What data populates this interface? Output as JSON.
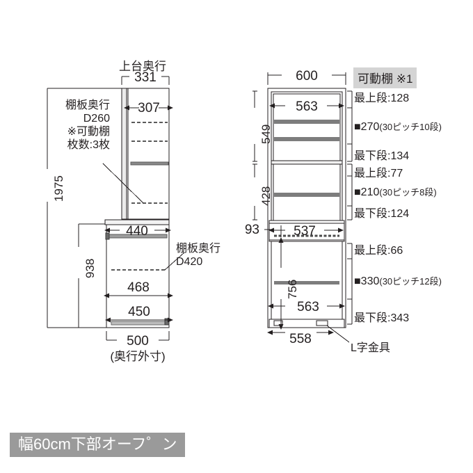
{
  "page": {
    "title": "幅60cm下部オープン",
    "bottom_badge_label": "幅60cm下部オーフ゜ン"
  },
  "colors": {
    "line": "#231f20",
    "shelf_bar": "#7d7d7d",
    "badge_gray": "#9a9a9a",
    "header_badge_gray": "#d4d4d4",
    "panel_fill": "#ffffff",
    "edge_fill": "#e8e8e8"
  },
  "side_view": {
    "top_label": "上台奥行",
    "top_depth": "331",
    "inner_depth": "307",
    "note": {
      "line1": "棚板奥行",
      "line2": "D260",
      "line3": "※可動棚",
      "line4": "枚数:3枚"
    },
    "total_height": "1975",
    "lower_height": "938",
    "lower_top_depth": "440",
    "lower_inner_depth": "468",
    "lower_base_depth": "450",
    "outer_depth": "500",
    "outer_depth_note": "(奥行外寸)",
    "shelf_note": {
      "line1": "棚板奥行",
      "line2": "D420"
    }
  },
  "front_view": {
    "width": "600",
    "movable_shelf_badge": "可動棚 ※1",
    "upper_section": {
      "height": "549",
      "inner_width": "563",
      "top_gap_label": "最上段:128",
      "pitch_label": "■270",
      "pitch_detail": "(30ピッチ10段)",
      "bottom_gap_label": "最下段:134"
    },
    "middle_section": {
      "height": "428",
      "top_gap_label": "最上段:77",
      "pitch_label": "■210",
      "pitch_detail": "(30ピッチ8段)",
      "bottom_gap_label": "最下段:124"
    },
    "counter": {
      "height": "93",
      "inner_width": "537"
    },
    "lower_section": {
      "inner_height": "756",
      "inner_width": "563",
      "top_gap_label": "最上段:66",
      "pitch_label": "■330",
      "pitch_detail": "(30ピッチ12段)",
      "bottom_gap_label": "最下段:343"
    },
    "base_width": "558",
    "bracket_label": "L字金具"
  }
}
